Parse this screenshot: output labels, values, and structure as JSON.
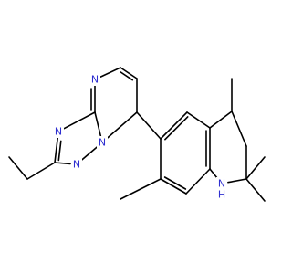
{
  "molecule": {
    "colors": {
      "bond": "#000000",
      "carbon": "#000000",
      "nitrogen": "#2f2fd0",
      "background": "#ffffff"
    },
    "atom_labels": {
      "n1": "N",
      "n2": "N",
      "n3": "N",
      "n4": "N",
      "nh": "N",
      "nh_h": "H"
    }
  }
}
